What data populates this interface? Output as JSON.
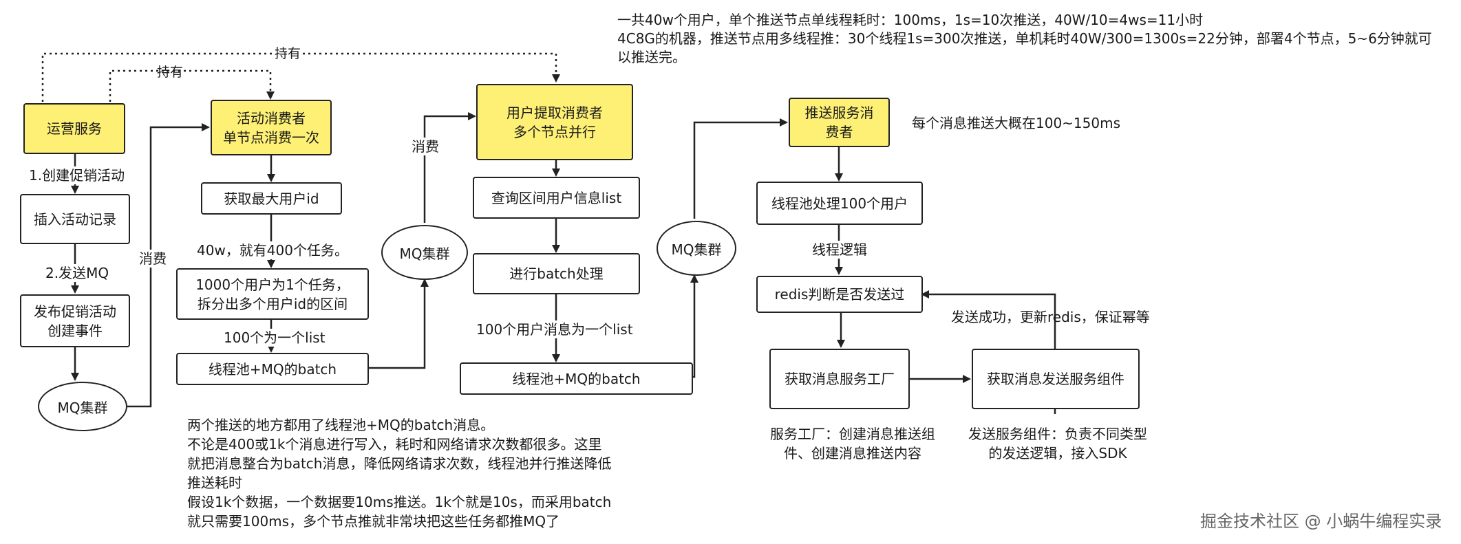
{
  "nodes": {
    "ops_service": "运营服务",
    "insert_record": "插入活动记录",
    "publish_event": "发布促销活动\n创建事件",
    "mq_cluster_1": "MQ集群",
    "activity_consumer": "活动消费者\n单节点消费一次",
    "get_max_uid": "获取最大用户id",
    "split_tasks": "1000个用户为1个任务，\n拆分出多个用户id的区间",
    "threadpool_batch_1": "线程池+MQ的batch",
    "mq_cluster_2": "MQ集群",
    "user_fetch_consumer": "用户提取消费者\n多个节点并行",
    "query_users": "查询区间用户信息list",
    "batch_process": "进行batch处理",
    "threadpool_batch_2": "线程池+MQ的batch",
    "mq_cluster_3": "MQ集群",
    "push_consumer": "推送服务消\n费者",
    "threadpool_100": "线程池处理100个用户",
    "redis_check": "redis判断是否发送过",
    "get_factory": "获取消息服务工厂",
    "get_send_component": "获取消息发送服务组件"
  },
  "edge_labels": {
    "hold_1": "持有",
    "hold_2": "持有",
    "create_promo": "1.创建促销活动",
    "send_mq": "2.发送MQ",
    "consume_1": "消费",
    "consume_2": "消费",
    "forty_w": "40w，就有400个任务。",
    "hundred_list": "100个为一个list",
    "hundred_msg_list": "100个用户消息为一个list",
    "thread_logic": "线程逻辑",
    "send_success": "发送成功，更新redis，保证幂等"
  },
  "notes": {
    "top_right": "一共40w个用户，单个推送节点单线程耗时：100ms，1s=10次推送，40W/10=4ws=11小时\n4C8G的机器，推送节点用多线程推：30个线程1s=300次推送，单机耗时40W/300=1300s=22分钟，部署4个节点，5~6分钟就可\n以推送完。",
    "per_msg": "每个消息推送大概在100~150ms",
    "bottom_left": "两个推送的地方都用了线程池+MQ的batch消息。\n不论是400或1k个消息进行写入，耗时和网络请求次数都很多。这里\n就把消息整合为batch消息，降低网络请求次数，线程池并行推送降低\n推送耗时\n假设1k个数据，一个数据要10ms推送。1k个就是10s，而采用batch\n就只需要100ms，多个节点推就非常块把这些任务都推MQ了",
    "factory_desc": "服务工厂：创建消息推送组\n件、创建消息推送内容",
    "component_desc": "发送服务组件：负责不同类型\n的发送逻辑，接入SDK"
  },
  "watermark": "掘金技术社区 @ 小蜗牛编程实录",
  "colors": {
    "highlight": "#fdf075",
    "stroke": "#222222"
  }
}
